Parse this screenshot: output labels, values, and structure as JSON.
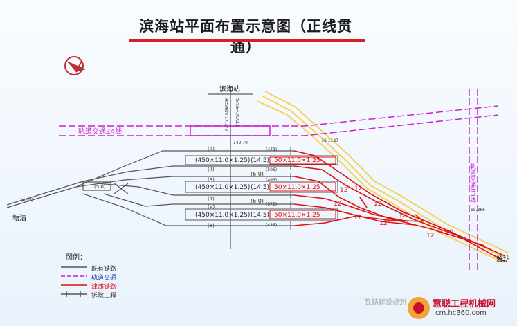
{
  "title": "滨海站平面布置示意图（正线贯通）",
  "station": "滨海站",
  "labels": {
    "rail_z4": "轨道交通Z4线",
    "rail_b3": "轨道交通B3线",
    "tanggu": "塘沽",
    "weifang": "潍坊",
    "platform_dims": [
      "(450×11.0×1.25)",
      "(450×11.0×1.25)",
      "(450×11.0×1.25)"
    ],
    "platform_width": [
      "(14.5)",
      "(14.5)",
      "(14.5)"
    ],
    "new_platforms": [
      "50×11.0×1.25",
      "50×11.0×1.25",
      "50×11.0×1.25"
    ],
    "track_nums": [
      "(1)",
      "(II)",
      "(3)",
      "(4)",
      "(V)",
      "(6)"
    ],
    "gaps": [
      "(6.0)",
      "(6.0)",
      "(5.0)"
    ],
    "twelves": [
      "12",
      "12",
      "12",
      "12",
      "12",
      "12",
      "12",
      "12"
    ],
    "speed": "4.60",
    "small_left": "(4.97)",
    "vertical_notes": "进站道岔-17.772",
    "vertical_notes2": "站台中心K72.1",
    "small_codes": [
      "(473)",
      "(506)",
      "(493)",
      "(572)",
      "(436)"
    ],
    "num_short": "-16.1187",
    "num_short2": "142.70",
    "right_small": "15.886"
  },
  "legend": {
    "title": "图例：",
    "items": [
      {
        "label": "既有铁路",
        "color": "#555555"
      },
      {
        "label": "轨道交通",
        "color": "#cc22cc"
      },
      {
        "label": "津潍铁路",
        "color": "#dd1111"
      },
      {
        "label": "拆除工程",
        "color": "#555555"
      }
    ]
  },
  "watermark": {
    "brand": "慧聪工程机械网",
    "url": "cm.hc360.com",
    "faded": "铁路建设规划"
  },
  "colors": {
    "existing": "#555555",
    "transit": "#cc22cc",
    "jinwei": "#dd1111",
    "yellow": "#f5d25a"
  }
}
